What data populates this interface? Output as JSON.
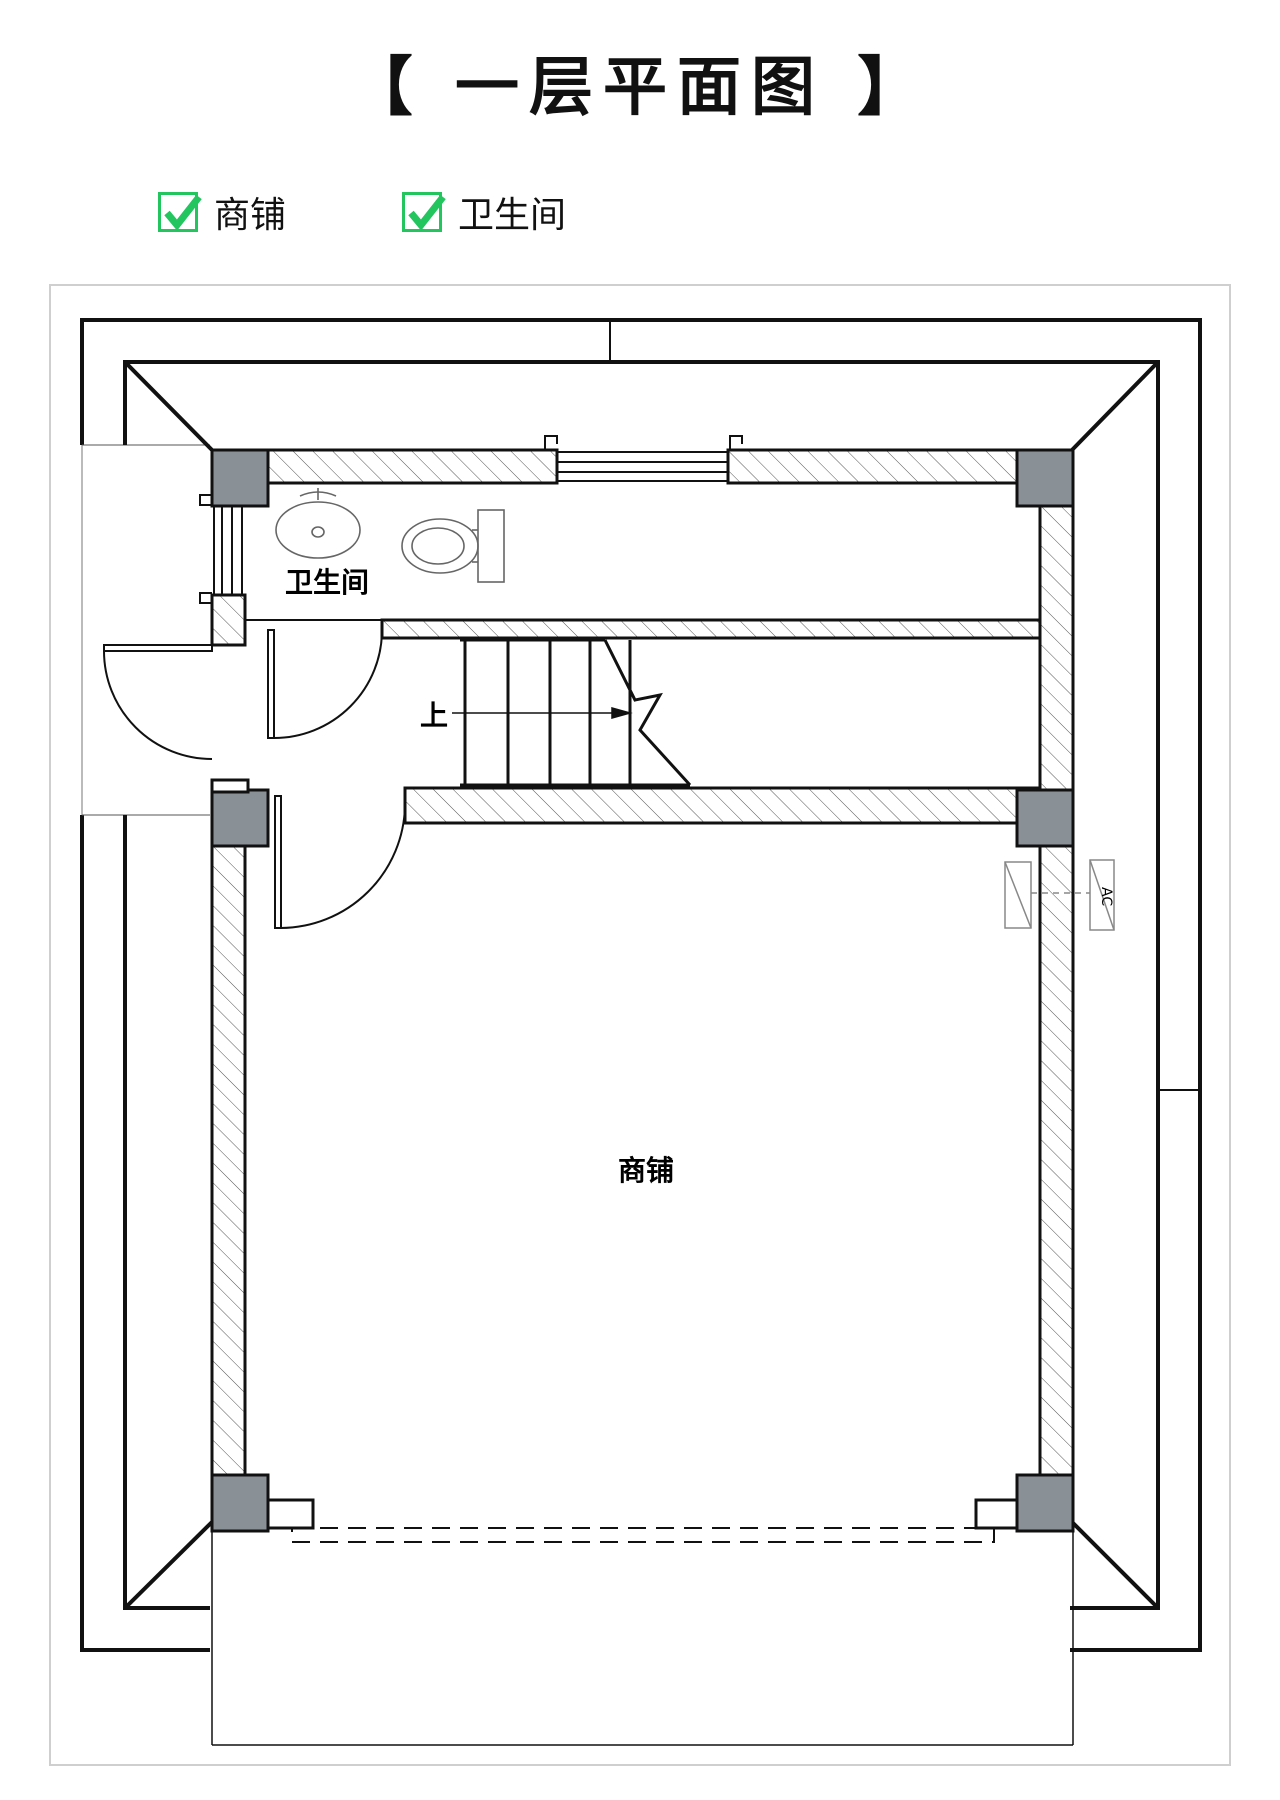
{
  "title": "【 一层平面图 】",
  "legend": [
    {
      "label": "商铺",
      "checked": true
    },
    {
      "label": "卫生间",
      "checked": true
    }
  ],
  "colors": {
    "check": "#22c55e",
    "column": "#8a9196",
    "line": "#111111",
    "border": "#cfcfcf"
  },
  "rooms": {
    "bathroom": "卫生间",
    "shop": "商铺"
  },
  "stair_label": "上",
  "ac_label": "AC"
}
